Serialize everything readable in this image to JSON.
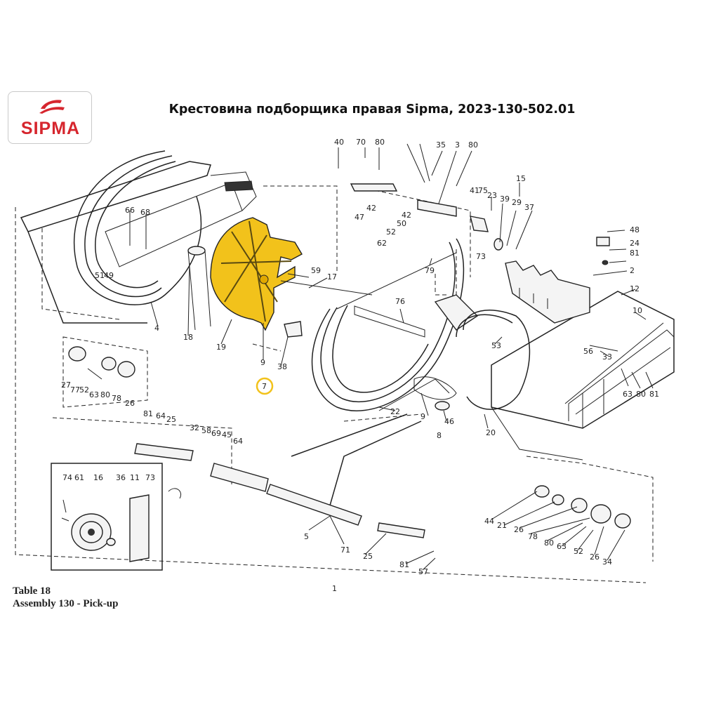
{
  "header": {
    "logo_text": "SIPMA",
    "title": "Крестовина подборщика правая Sipma, 2023-130-502.01"
  },
  "caption": {
    "table": "Table 18",
    "assembly": "Assembly 130 - Pick-up"
  },
  "colors": {
    "brand": "#d6262e",
    "highlight_part": "#f2c21b",
    "highlight_ring": "#f2c21b"
  },
  "highlight": {
    "part_number": "7",
    "sub_parts": [
      "19",
      "9"
    ]
  },
  "callouts": [
    "40",
    "70",
    "80",
    "35",
    "3",
    "80",
    "15",
    "42",
    "47",
    "42",
    "50",
    "52",
    "62",
    "41",
    "75",
    "23",
    "39",
    "29",
    "37",
    "48",
    "24",
    "81",
    "2",
    "12",
    "10",
    "73",
    "79",
    "59",
    "17",
    "76",
    "66",
    "68",
    "51",
    "49",
    "4",
    "18",
    "19",
    "9",
    "38",
    "7",
    "53",
    "56",
    "33",
    "63",
    "80",
    "81",
    "27",
    "77",
    "52",
    "63",
    "80",
    "78",
    "26",
    "22",
    "9",
    "46",
    "8",
    "20",
    "81",
    "64",
    "25",
    "32",
    "58",
    "69",
    "45",
    "64",
    "74",
    "61",
    "16",
    "36",
    "11",
    "73",
    "5",
    "71",
    "25",
    "81",
    "57",
    "44",
    "21",
    "26",
    "78",
    "80",
    "63",
    "52",
    "26",
    "34",
    "1"
  ]
}
